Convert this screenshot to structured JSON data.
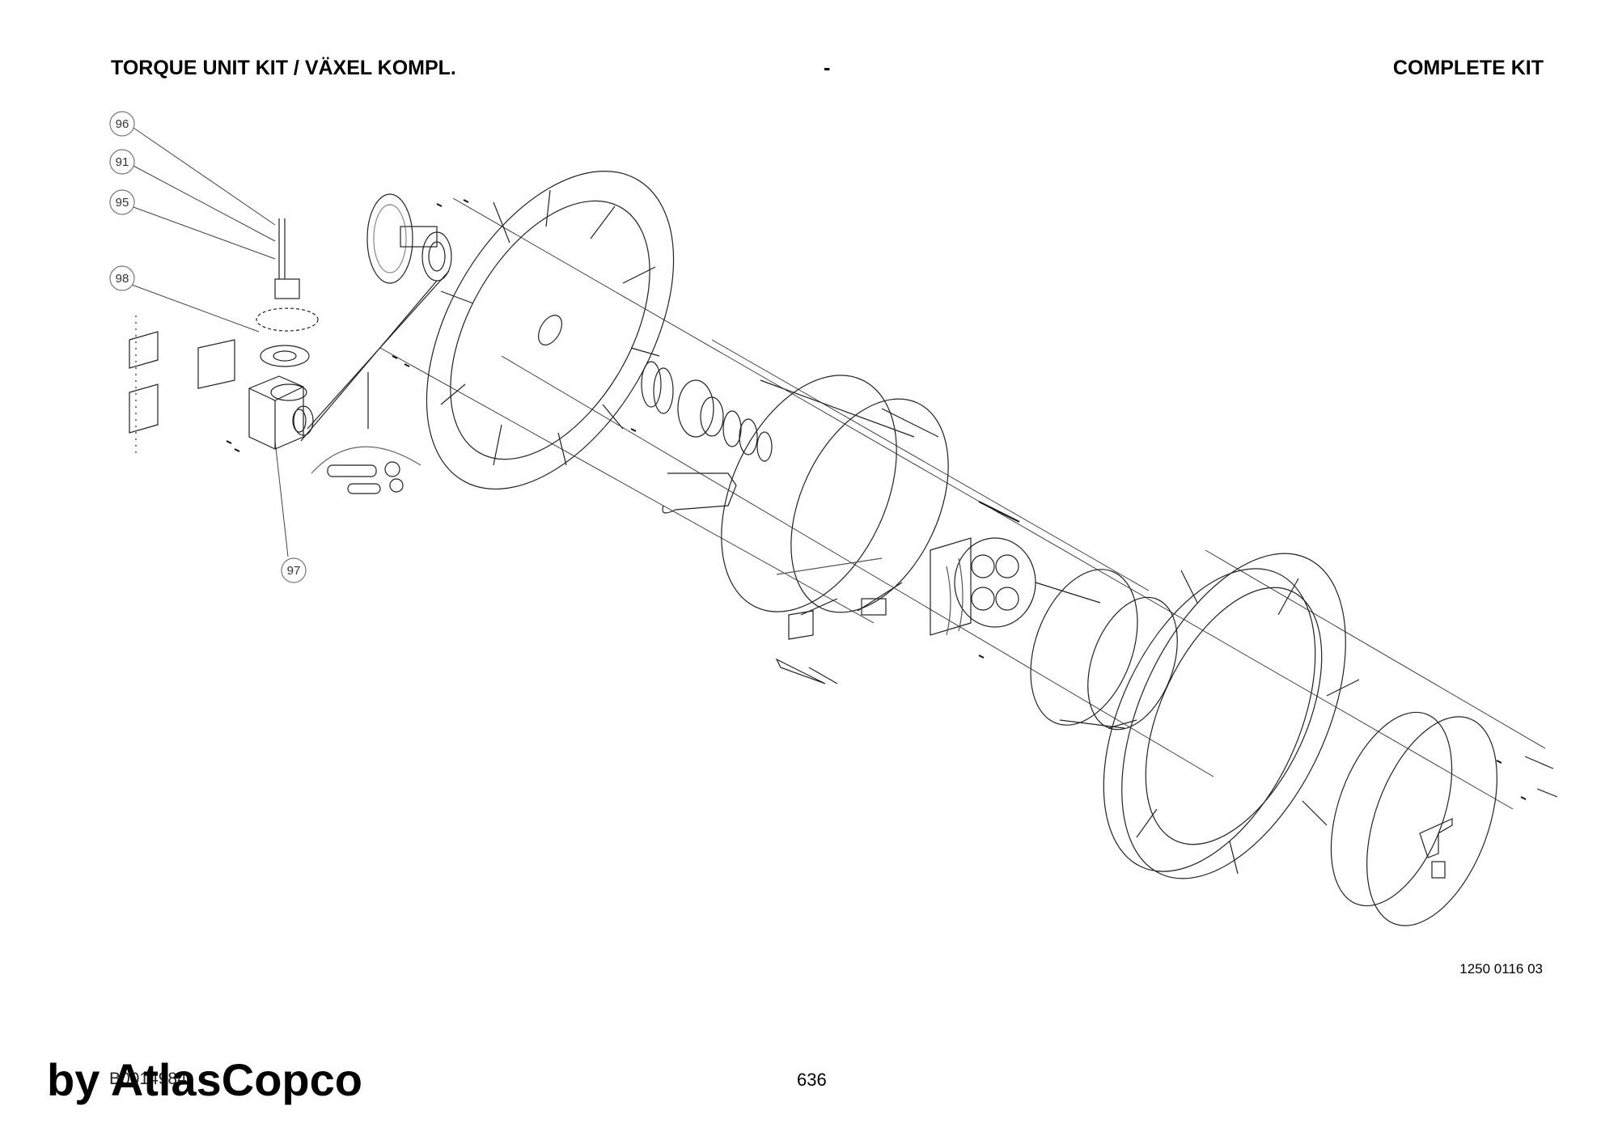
{
  "header": {
    "left_title": "TORQUE UNIT KIT / VÄXEL KOMPL.",
    "center_mark": "-",
    "right_title": "COMPLETE KIT"
  },
  "callouts": [
    {
      "label": "96"
    },
    {
      "label": "91"
    },
    {
      "label": "95"
    },
    {
      "label": "98"
    },
    {
      "label": "97"
    }
  ],
  "drawing_number": "1250 0116 03",
  "footer": {
    "doc_number": "B0014984",
    "page_number": "636",
    "watermark": "by AtlasCopco"
  }
}
